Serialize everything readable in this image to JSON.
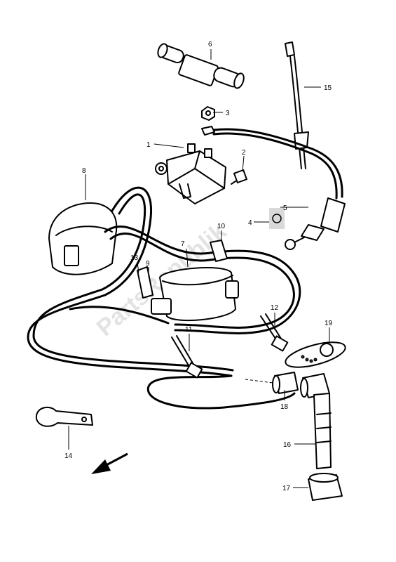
{
  "watermark": "PartsRepublik",
  "callouts": {
    "c1": "1",
    "c2": "2",
    "c3": "3",
    "c4": "4",
    "c5": "5",
    "c6": "6",
    "c7": "7",
    "c8": "8",
    "c9": "9",
    "c10": "10",
    "c11": "11",
    "c12": "12",
    "c13": "13",
    "c14": "14",
    "c15": "15",
    "c16": "16",
    "c17": "17",
    "c18": "18",
    "c19": "19"
  },
  "colors": {
    "line": "#000000",
    "background": "#ffffff",
    "watermark": "#e3e3e3"
  }
}
